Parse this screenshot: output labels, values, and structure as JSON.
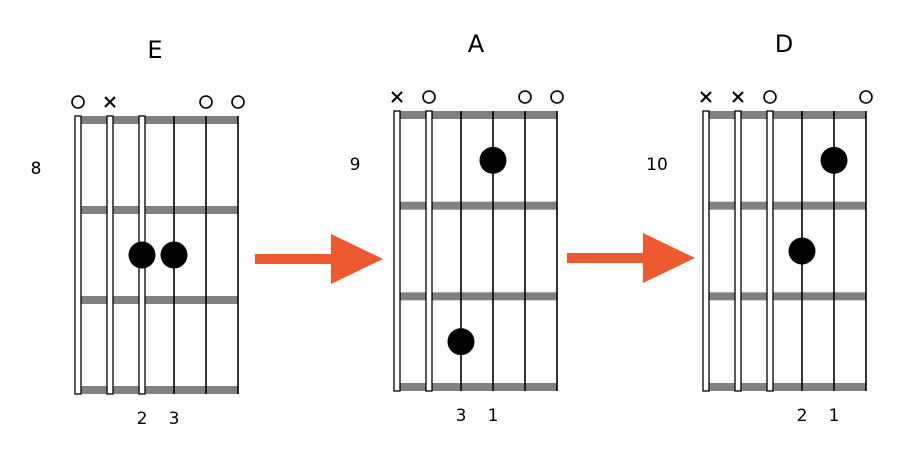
{
  "colors": {
    "fret": "#808080",
    "string": "#000000",
    "dot": "#000000",
    "arrow": "#ee5a2f"
  },
  "diagrams": [
    {
      "name": "E",
      "start_fret": "8",
      "markers": [
        "open",
        "mute",
        "none",
        "none",
        "open",
        "open"
      ],
      "dots": [
        {
          "string": 3,
          "fret": 2
        },
        {
          "string": 4,
          "fret": 2
        }
      ],
      "fingers": [
        "",
        "",
        "2",
        "3",
        "",
        ""
      ],
      "hollow_strings": [
        1,
        2,
        3
      ]
    },
    {
      "name": "A",
      "start_fret": "9",
      "markers": [
        "mute",
        "open",
        "none",
        "none",
        "open",
        "open"
      ],
      "dots": [
        {
          "string": 4,
          "fret": 1
        },
        {
          "string": 3,
          "fret": 3
        }
      ],
      "fingers": [
        "",
        "",
        "3",
        "1",
        "",
        ""
      ],
      "hollow_strings": [
        1,
        2
      ]
    },
    {
      "name": "D",
      "start_fret": "10",
      "markers": [
        "mute",
        "mute",
        "open",
        "none",
        "none",
        "open"
      ],
      "dots": [
        {
          "string": 5,
          "fret": 1
        },
        {
          "string": 4,
          "fret": 2
        }
      ],
      "fingers": [
        "",
        "",
        "",
        "2",
        "1",
        ""
      ],
      "hollow_strings": [
        1,
        2,
        3
      ]
    }
  ],
  "arrows": [
    {
      "from": 0,
      "to": 1
    },
    {
      "from": 1,
      "to": 2
    }
  ]
}
